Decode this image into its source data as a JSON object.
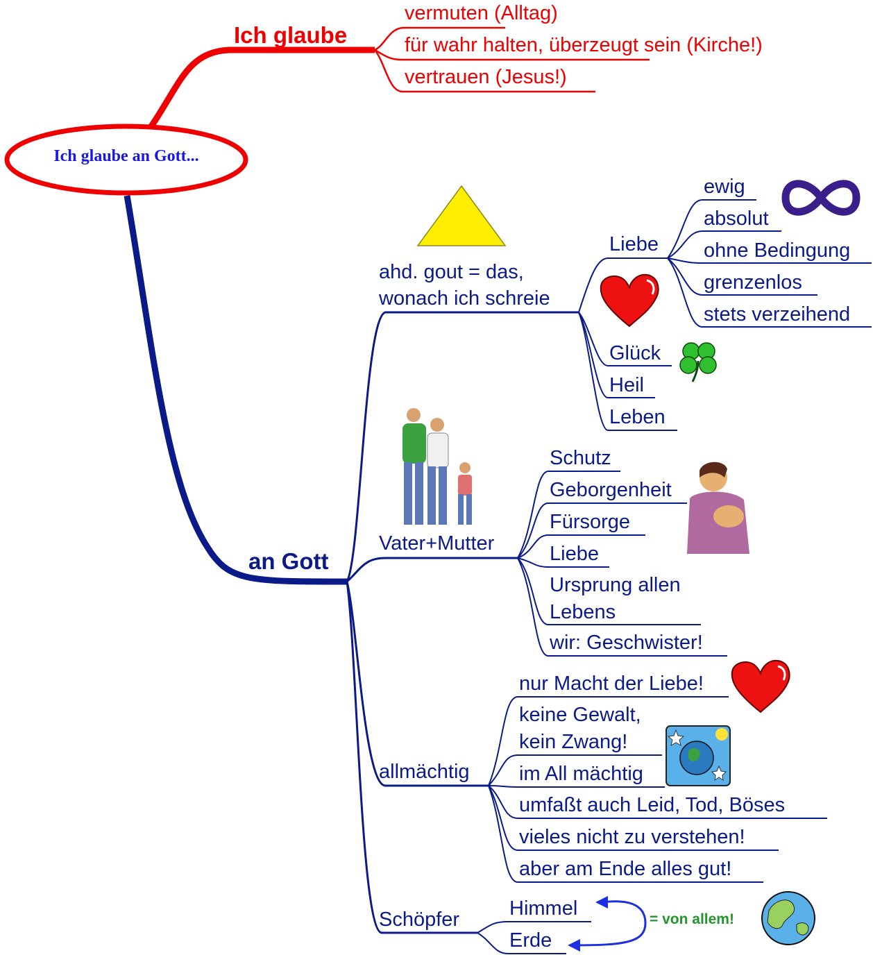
{
  "root": {
    "label": "Ich glaube an Gott..."
  },
  "ich_glaube": {
    "label": "Ich glaube",
    "items": [
      "vermuten (Alltag)",
      "für wahr halten, überzeugt sein (Kirche!)",
      "vertrauen (Jesus!)"
    ]
  },
  "an_gott": {
    "label": "an Gott"
  },
  "gout": {
    "label_line1": "ahd. gout = das,",
    "label_line2": "wonach ich schreie",
    "liebe": {
      "label": "Liebe",
      "items": [
        "ewig",
        "absolut",
        "ohne Bedingung",
        "grenzenlos",
        "stets verzeihend"
      ]
    },
    "items": [
      "Glück",
      "Heil",
      "Leben"
    ]
  },
  "vater_mutter": {
    "label": "Vater+Mutter",
    "items": [
      "Schutz",
      "Geborgenheit",
      "Fürsorge",
      "Liebe"
    ],
    "ursprung_line1": "Ursprung allen",
    "ursprung_line2": "Lebens",
    "last": "wir: Geschwister!"
  },
  "allmaechtig": {
    "label": "allmächtig",
    "item1": "nur Macht der Liebe!",
    "item2_line1": "keine Gewalt,",
    "item2_line2": "kein Zwang!",
    "items": [
      "im All mächtig",
      "umfaßt auch Leid, Tod, Böses",
      "vieles nicht zu verstehen!",
      "aber am Ende alles gut!"
    ]
  },
  "schoepfer": {
    "label": "Schöpfer",
    "items": [
      "Himmel",
      "Erde"
    ],
    "note": "= von allem!"
  },
  "colors": {
    "red": "#ee0000",
    "navy": "#0a1a88",
    "green_note": "#22962a",
    "root_text": "#1818e6"
  },
  "icons": [
    "triangle-icon",
    "infinity-icon",
    "heart-icon",
    "clover-icon",
    "family-icon",
    "mother-child-icon",
    "globe-stars-icon",
    "earth-icon",
    "double-arrow-icon"
  ]
}
